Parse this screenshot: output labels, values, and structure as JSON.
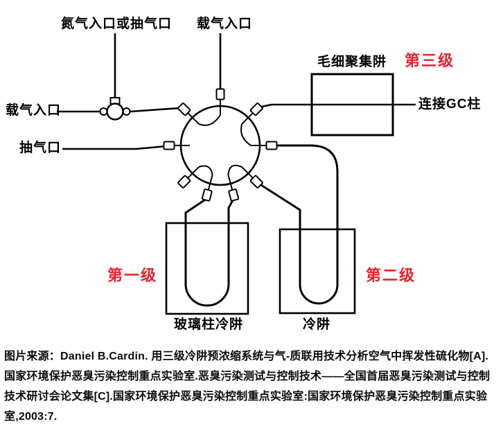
{
  "figure": {
    "type": "schematic-diagram",
    "subject": "three-stage cryotrap preconcentration system valve diagram"
  },
  "diagram": {
    "labels": {
      "nitrogen_inlet": "氮气入口或抽气口",
      "carrier_gas_top": "载气入口",
      "carrier_gas_left": "载气入口",
      "pump_port": "抽气口",
      "capillary_trap": "毛细聚集阱",
      "stage3": "第三级",
      "gc_column": "连接GC柱",
      "stage1": "第一级",
      "stage2": "第二级",
      "glass_column_trap": "玻璃柱冷阱",
      "cold_trap": "冷阱"
    },
    "colors": {
      "stage_red": "#e8212b",
      "line_black": "#000000",
      "background": "#ffffff"
    }
  },
  "citation": {
    "text": "图片来源：Daniel B.Cardin. 用三级冷阱预浓缩系统与气-质联用技术分析空气中挥发性硫化物[A]. 国家环境保护恶臭污染控制重点实验室.恶臭污染测试与控制技术——全国首届恶臭污染测试与控制技术研讨会论文集[C].国家环境保护恶臭污染控制重点实验室:国家环境保护恶臭污染控制重点实验室,2003:7."
  }
}
